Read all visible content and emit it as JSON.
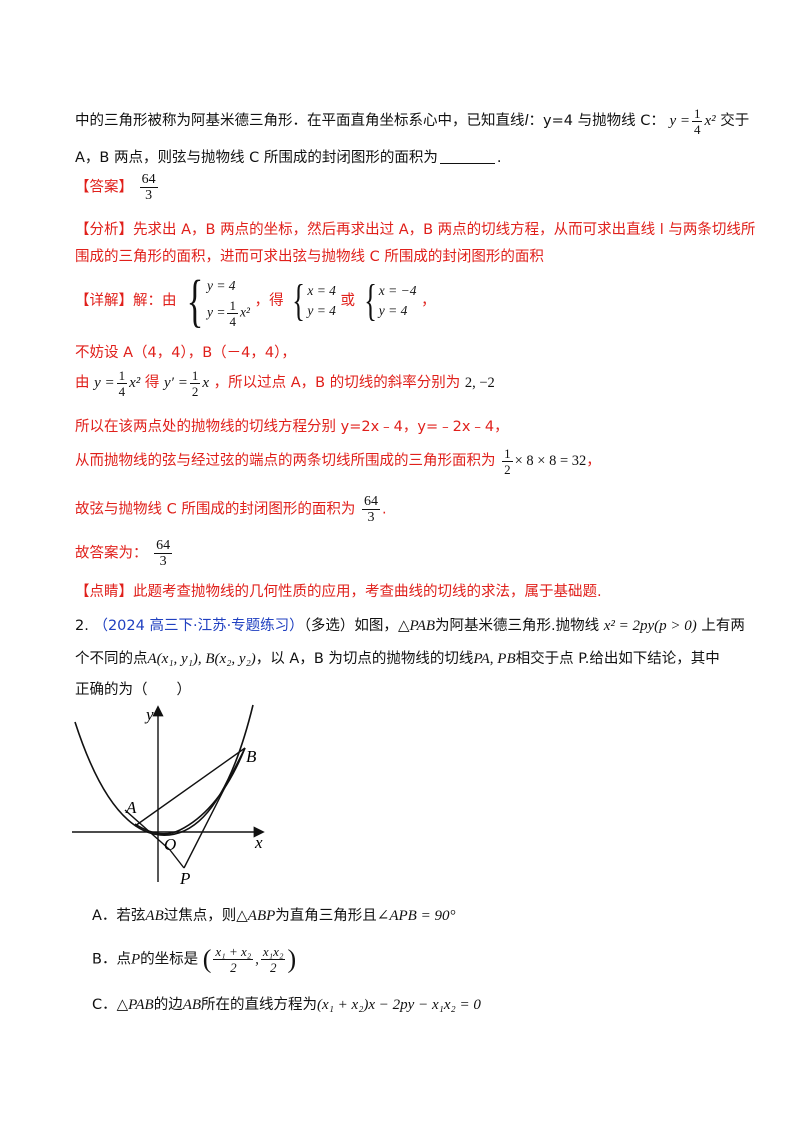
{
  "problem1": {
    "line1_text": "中的三角形被称为阿基米德三角形．在平面直角坐标系心中，已知直线",
    "line_l": "l",
    "line1_mid": "：y=4 与抛物线 C：",
    "line1_end": "交于",
    "parabola_lhs": "y =",
    "frac_1": "1",
    "frac_4": "4",
    "parabola_x2": "x²",
    "line2_text": "A，B 两点，则弦与抛物线 C 所围成的封闭图形的面积为",
    "line2_end": "."
  },
  "answer": {
    "tag": "【答案】",
    "num": "64",
    "den": "3"
  },
  "analysis": {
    "tag": "【分析】",
    "line1": "先求出 A，B 两点的坐标，然后再求出过 A，B 两点的切线方程，从而可求出直线 l 与两条切线所",
    "line2": "围成的三角形的面积，进而可求出弦与抛物线 C 所围成的封闭图形的面积"
  },
  "detail": {
    "tag": "【详解】",
    "intro": "解：由",
    "sys1_row1": "y = 4",
    "sys1_row2_lhs": "y =",
    "sys1_row2_rhs": "x²",
    "get": "，得",
    "sys2_row1": "x = 4",
    "sys2_row2": "y = 4",
    "or": "或",
    "sys3_row1": "x = −4",
    "sys3_row2": "y = 4",
    "comma": "，",
    "assume": "不妨设 A（4，4），B（－4，4），",
    "deriv_pre": "由",
    "deriv_eq1": "y =",
    "deriv_x2": "x²",
    "deriv_get": "得",
    "deriv_eq2": "y′ =",
    "deriv_x": "x",
    "deriv_post": "，所以过点 A，B 的切线的斜率分别为",
    "slopes": "2, −2",
    "tangent_line": "所以在该两点处的抛物线的切线方程分别 y=2x﹣4，y=﹣2x﹣4，",
    "area_pre": "从而抛物线的弦与经过弦的端点的两条切线所围成的三角形面积为",
    "area_expr": "× 8 × 8 = 32",
    "area_post": "，",
    "final_pre": "故弦与抛物线 C 所围成的封闭图形的面积为",
    "final_post": ".",
    "answer_pre": "故答案为："
  },
  "comment": {
    "tag": "【点睛】",
    "text": "此题考查抛物线的几何性质的应用，考查曲线的切线的求法，属于基础题."
  },
  "problem2": {
    "number": "2.",
    "source": "（2024 高三下·江苏·专题练习）",
    "type": "（多选）如图，",
    "triangle": "△PAB",
    "line1_mid": "为阿基米德三角形.抛物线",
    "parabola": "x² = 2py(p > 0)",
    "line1_end": "上有两",
    "line2_pre": "个不同的点",
    "points": "A(x₁, y₁), B(x₂, y₂)",
    "line2_mid": "，以 A，B 为切点的抛物线的切线",
    "tangents": "PA, PB",
    "line2_end": "相交于点 P.给出如下结论，其中",
    "line3": "正确的为（　　）"
  },
  "figure": {
    "label_y": "y",
    "label_x": "x",
    "label_O": "O",
    "label_A": "A",
    "label_B": "B",
    "label_P": "P"
  },
  "options": {
    "A_pre": "A．若弦",
    "A_ab": "AB",
    "A_mid": "过焦点，则",
    "A_tri": "△ABP",
    "A_mid2": "为直角三角形且",
    "A_angle": "∠APB = 90°",
    "B_pre": "B．点",
    "B_p": "P",
    "B_mid": "的坐标是",
    "B_num1": "x₁ + x₂",
    "B_den1": "2",
    "B_num2": "x₁x₂",
    "B_den2": "2",
    "C_pre": "C．",
    "C_tri": "△PAB",
    "C_mid": "的边",
    "C_ab": "AB",
    "C_mid2": "所在的直线方程为",
    "C_eq": "(x₁ + x₂)x − 2py − x₁x₂ = 0"
  }
}
